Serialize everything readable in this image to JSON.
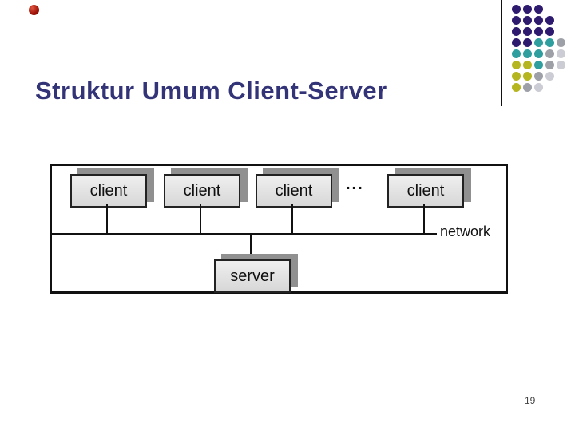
{
  "slide": {
    "title": "Struktur Umum Client-Server",
    "page_number": "19"
  },
  "diagram": {
    "clients": [
      "client",
      "client",
      "client",
      "client"
    ],
    "ellipsis": "...",
    "network_label": "network",
    "server_label": "server"
  },
  "colors": {
    "title": "#333377",
    "bullet": "#9b1005",
    "line": "#111111",
    "box_fill_light": "#efefef",
    "box_fill_dark": "#d7d7d7",
    "box_shadow": "#909090"
  },
  "decor": {
    "dot_colors": {
      "p": "#2E1A6E",
      "t": "#2E9E9E",
      "y": "#B5B520",
      "g": "#9EA0A8",
      "l": "#CCCCD4"
    },
    "dot_grid": [
      [
        "p",
        "p",
        "p",
        "",
        ""
      ],
      [
        "p",
        "p",
        "p",
        "p",
        ""
      ],
      [
        "p",
        "p",
        "p",
        "p",
        ""
      ],
      [
        "p",
        "p",
        "t",
        "t",
        "g"
      ],
      [
        "t",
        "t",
        "t",
        "g",
        "l"
      ],
      [
        "y",
        "y",
        "t",
        "g",
        "l"
      ],
      [
        "y",
        "y",
        "g",
        "l",
        ""
      ],
      [
        "y",
        "g",
        "l",
        "",
        ""
      ]
    ]
  }
}
